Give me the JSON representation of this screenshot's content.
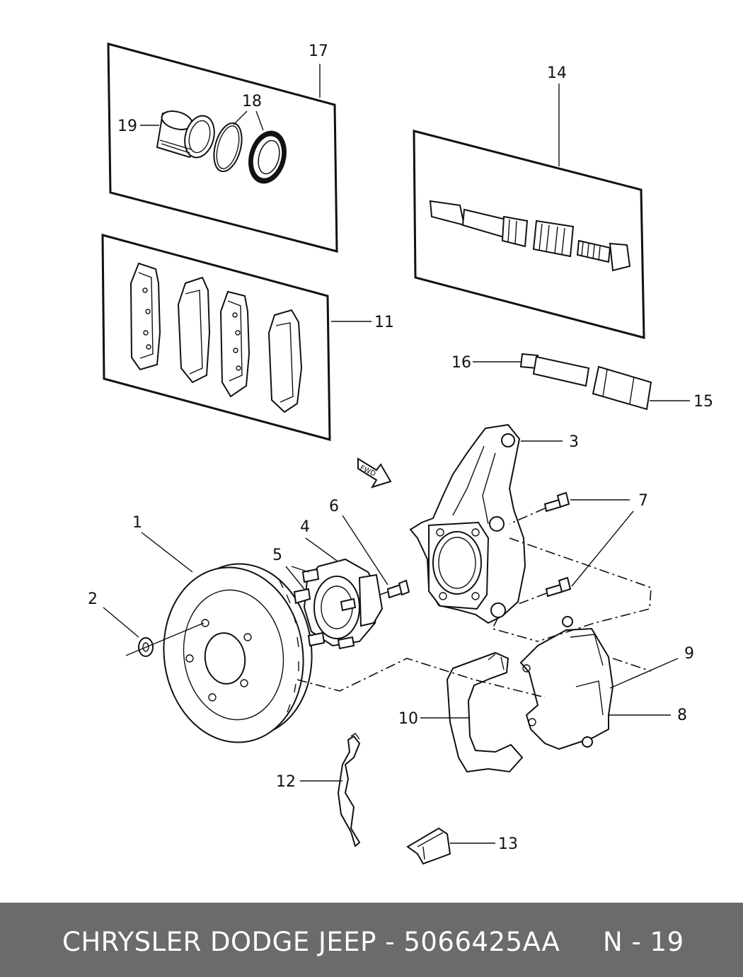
{
  "callouts": {
    "c1": "1",
    "c2": "2",
    "c3": "3",
    "c4": "4",
    "c5": "5",
    "c6": "6",
    "c7": "7",
    "c8": "8",
    "c9": "9",
    "c10": "10",
    "c11": "11",
    "c12": "12",
    "c13": "13",
    "c14": "14",
    "c15": "15",
    "c16": "16",
    "c17": "17",
    "c18": "18",
    "c19": "19"
  },
  "direction_arrow": "FWD",
  "footer": {
    "part_label": "CHRYSLER DODGE JEEP - 5066425AA",
    "page_label": "N - 19"
  },
  "colors": {
    "footer_bg": "#6b6b6b",
    "footer_text": "#ffffff",
    "line": "#111111"
  }
}
